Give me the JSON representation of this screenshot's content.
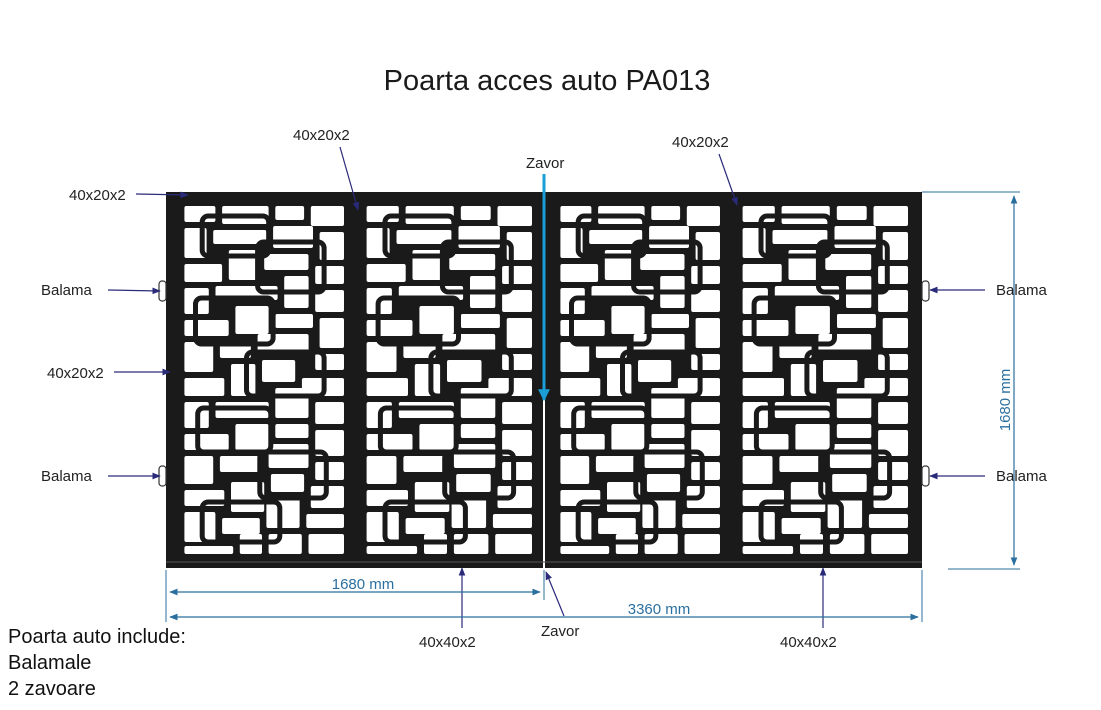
{
  "title": "Poarta acces auto PA013",
  "labels": {
    "profile_top_left": "40x20x2",
    "profile_top_center_left": "40x20x2",
    "profile_top_center_right": "40x20x2",
    "profile_side_left": "40x20x2",
    "hinge_left_top": "Balama",
    "hinge_left_bottom": "Balama",
    "hinge_right_top": "Balama",
    "hinge_right_bottom": "Balama",
    "latch_top": "Zavor",
    "latch_bottom": "Zavor",
    "profile_bottom_left": "40x40x2",
    "profile_bottom_right": "40x40x2"
  },
  "dimensions": {
    "leaf_width": "1680 mm",
    "total_width": "3360 mm",
    "height": "1680 mm"
  },
  "notes": {
    "heading": "Poarta auto include:",
    "items": [
      "Balamale",
      "2 zavoare"
    ]
  },
  "colors": {
    "frame": "#1a1a1a",
    "dimension": "#2b6f9e",
    "pointer": "#2a2a7a",
    "latch_arrow": "#1aa0d6"
  }
}
